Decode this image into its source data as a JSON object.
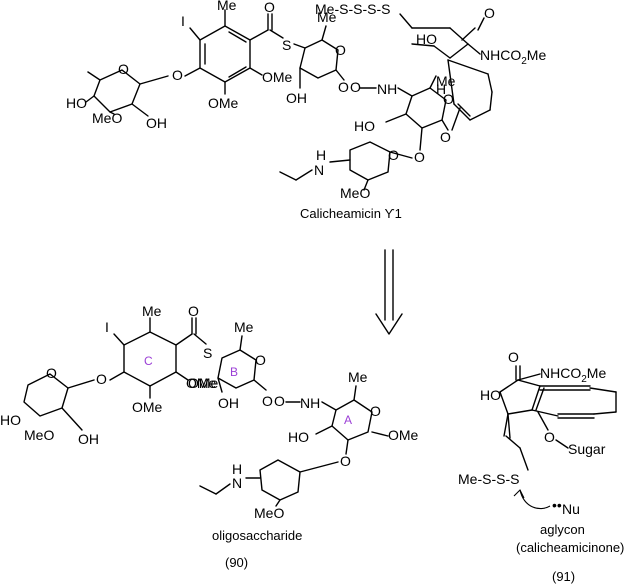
{
  "top_structure": {
    "name": "Calicheamicin ϒ1",
    "labels": {
      "i": "I",
      "me1": "Me",
      "me2": "Me",
      "s": "S",
      "o_carbonyl": "O",
      "ome1": "OMe",
      "ome2": "OMe",
      "ome3": "MeO",
      "oh1": "OH",
      "oh2": "HO",
      "oh3": "OH",
      "oh4": "HO",
      "oh5": "HO",
      "trisulfide": "Me-S-S-S-S",
      "nhco2me": "NHCO",
      "nhco2me_sub": "2",
      "nhco2me_end": "Me",
      "o_ketone": "O",
      "o_glyc1": "O",
      "o_glyc2": "O",
      "o_ring1": "O",
      "o_ring2": "O",
      "o_ring3": "O",
      "o_ring4": "O",
      "o_link1": "O",
      "o_link2": "O",
      "nh": "NH",
      "h": "H",
      "n_h": "H",
      "n": "N",
      "ethyl": "",
      "meo_bottom": "MeO",
      "o_aryl": "O"
    }
  },
  "bottom_left": {
    "name": "oligosaccharide",
    "number": "(90)",
    "ring_letters": [
      "C",
      "B",
      "A"
    ],
    "labels": {
      "i": "I",
      "me1": "Me",
      "me2": "Me",
      "s": "S",
      "o_carbonyl": "O",
      "ome1": "OMe",
      "ome2": "OMe",
      "ome3": "OMe",
      "meo": "MeO",
      "meo2": "MeO",
      "oh1": "OH",
      "oh2": "OH",
      "ho1": "HO",
      "ho2": "HO",
      "nh": "NH",
      "n": "N",
      "n_h": "H",
      "o_link": "O",
      "o_ring1": "O",
      "o_ring2": "O",
      "o_ring3": "O",
      "o_ring4": "O",
      "o_aryl": "O",
      "me3": "Me",
      "o_glyc": "O"
    }
  },
  "bottom_right": {
    "name": "aglycon",
    "name2": "(calicheamicinone)",
    "number": "(91)",
    "labels": {
      "o_ketone": "O",
      "nhco2me": "NHCO",
      "nhco2me_sub": "2",
      "nhco2me_end": "Me",
      "ho": "HO",
      "o_sugar": "O",
      "sugar": "Sugar",
      "trisulfide": "Me-S-S-S",
      "nu": "Nu"
    }
  }
}
